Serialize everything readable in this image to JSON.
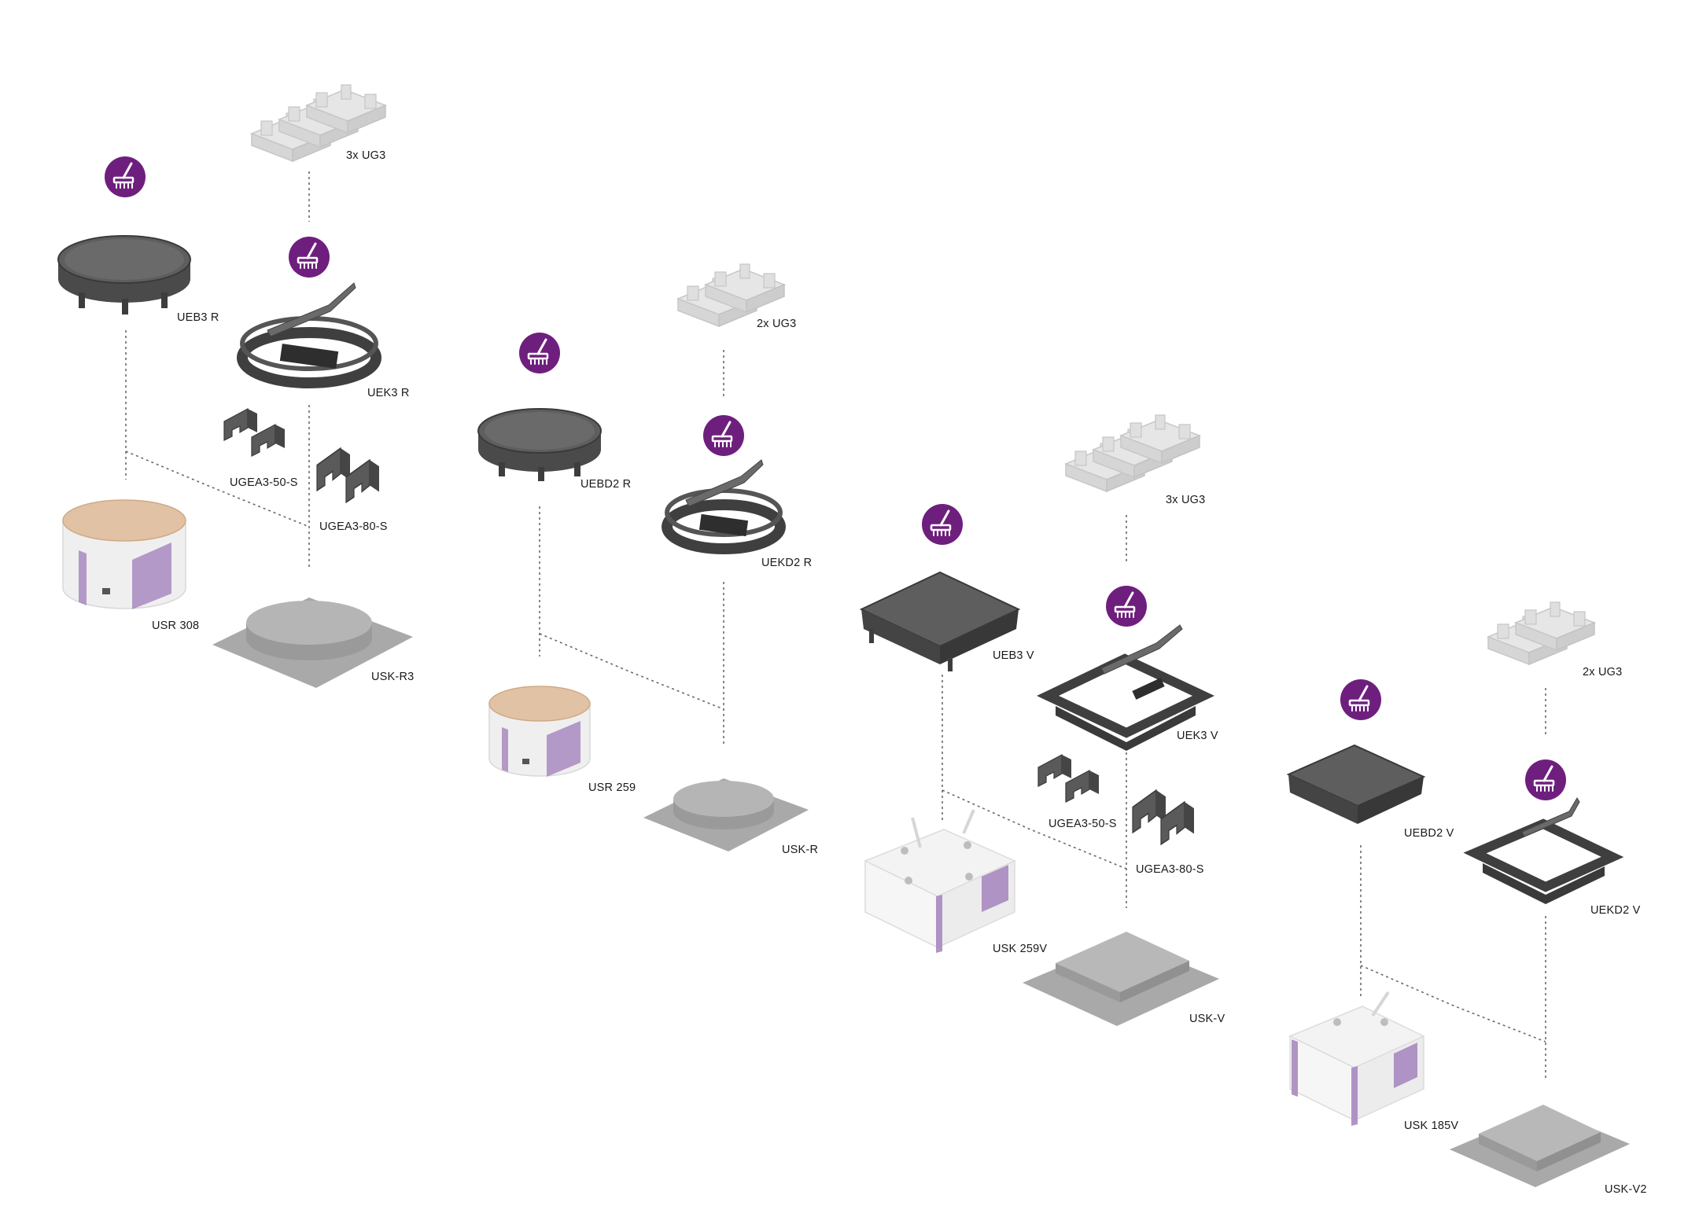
{
  "colors": {
    "brand_purple": "#6e1f7d",
    "part_dark": "#4d4d4d",
    "part_light": "#cfcfcf",
    "cardboard_tan": "#e2c2a5",
    "connector_line": "#666666"
  },
  "icons": {
    "service_badge": "trowel-icon"
  },
  "labels": {
    "g1_insert": "3x UG3",
    "g1_lid": "UEB3 R",
    "g1_frame": "UEK3 R",
    "g1_ext50": "UGEA3-50-S",
    "g1_ext80": "UGEA3-80-S",
    "g1_ring": "USR 308",
    "g1_cap": "USK-R3",
    "g2_insert": "2x UG3",
    "g2_lid": "UEBD2 R",
    "g2_frame": "UEKD2 R",
    "g2_ring": "USR 259",
    "g2_cap": "USK-R",
    "g3_insert": "3x UG3",
    "g3_lid": "UEB3 V",
    "g3_frame": "UEK3 V",
    "g3_ext50": "UGEA3-50-S",
    "g3_ext80": "UGEA3-80-S",
    "g3_box": "USK 259V",
    "g3_cap": "USK-V",
    "g4_insert": "2x UG3",
    "g4_lid": "UEBD2 V",
    "g4_frame": "UEKD2 V",
    "g4_box": "USK 185V",
    "g4_cap": "USK-V2"
  }
}
